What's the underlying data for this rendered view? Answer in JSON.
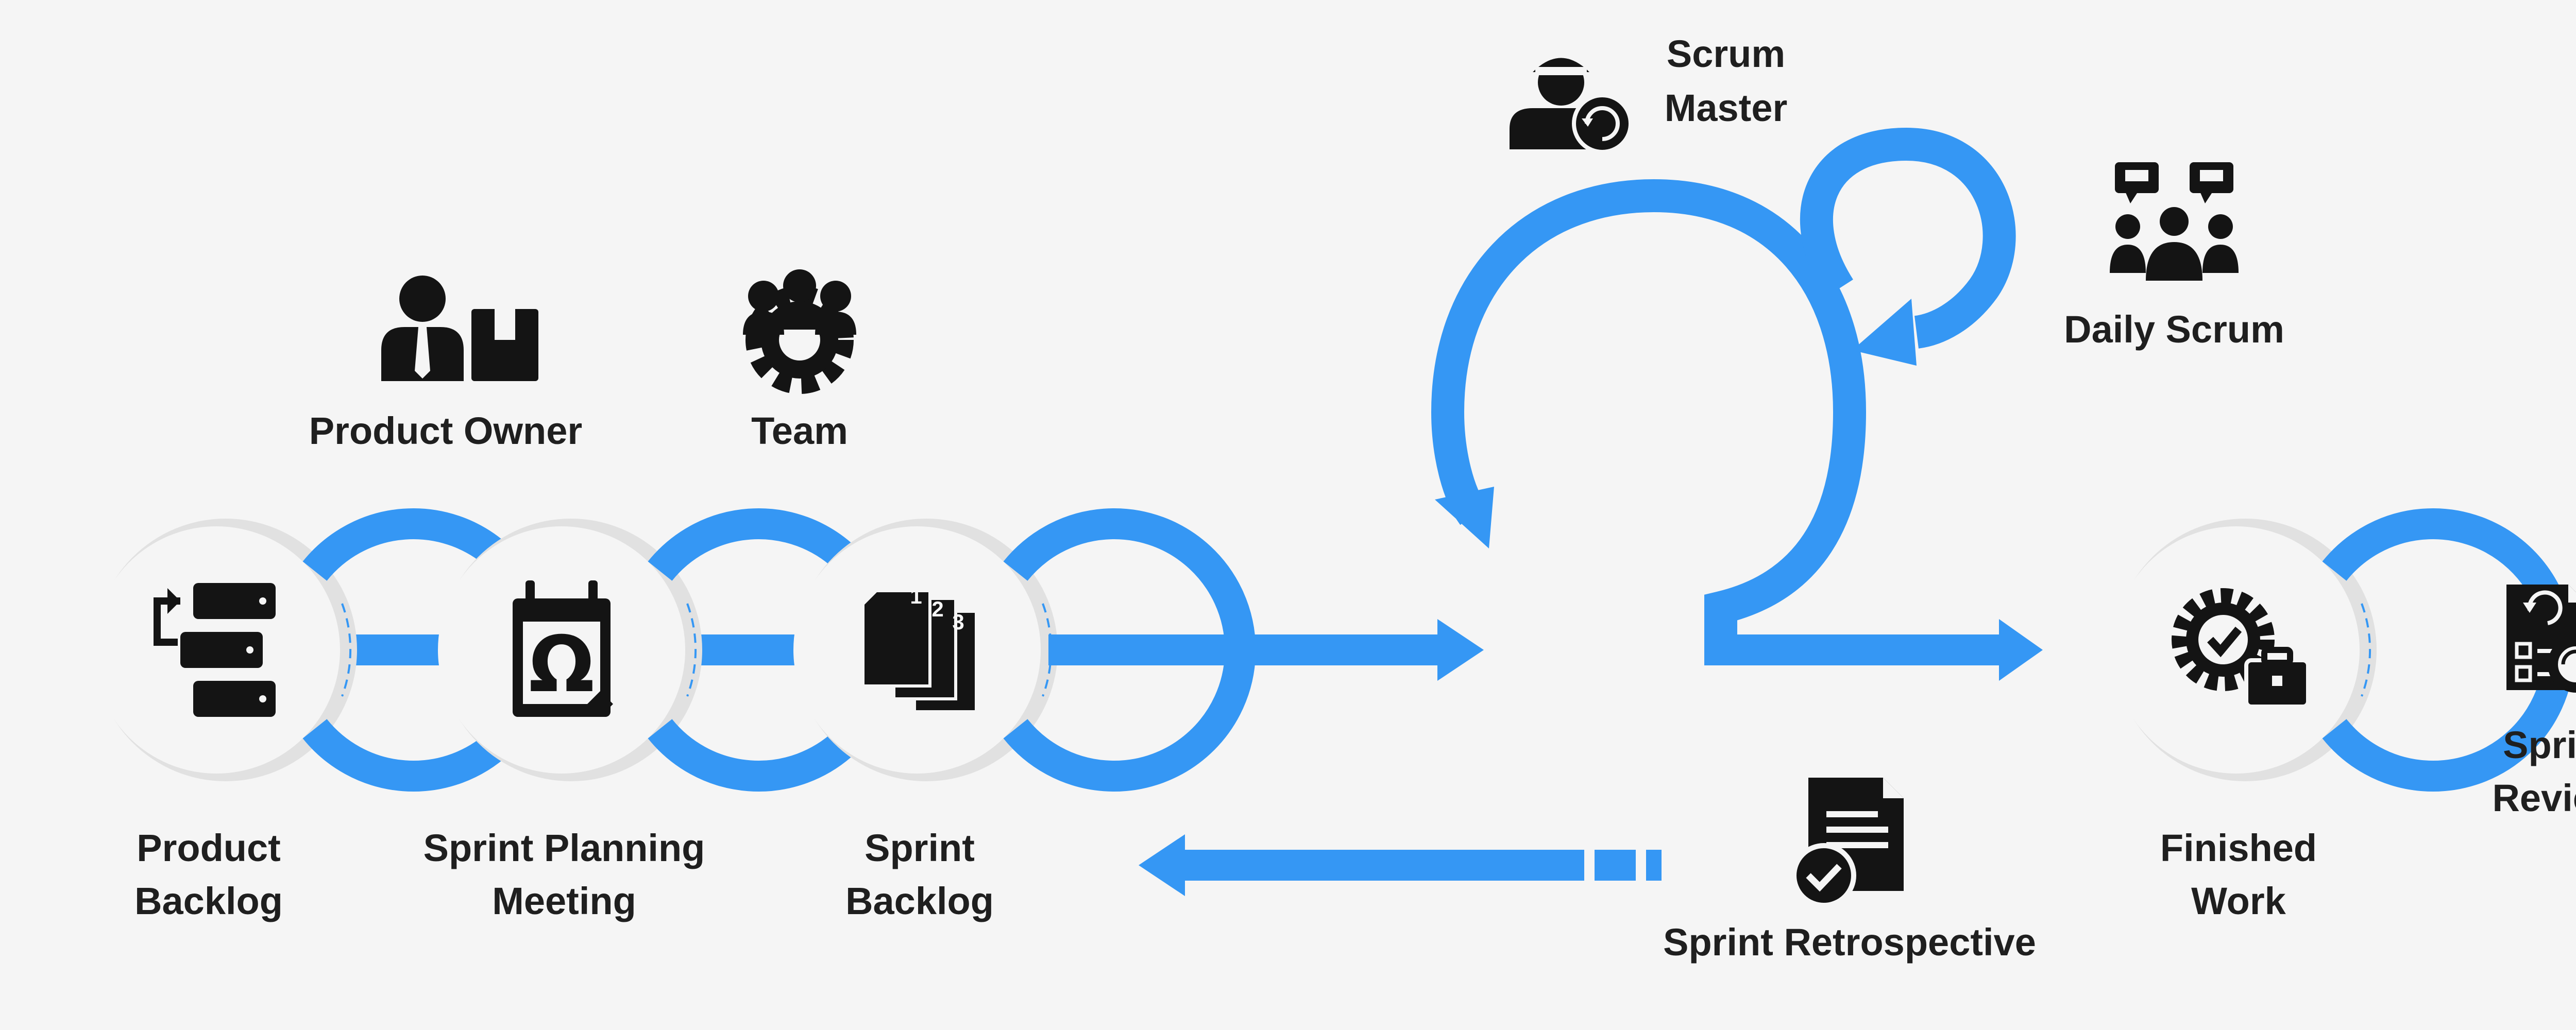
{
  "colors": {
    "accent": "#3597f4",
    "icon": "#141414",
    "background": "#f5f5f5",
    "ring_shadow": "#e1e1e1",
    "white": "#ffffff"
  },
  "roles": {
    "product_owner": {
      "label": "Product Owner",
      "icon": "product-owner-icon"
    },
    "team": {
      "label": "Team",
      "icon": "team-gear-icon"
    },
    "scrum_master": {
      "label_line1": "Scrum",
      "label_line2": "Master",
      "icon": "scrum-master-icon"
    },
    "daily_scrum": {
      "label": "Daily Scrum",
      "icon": "daily-scrum-icon"
    },
    "sprint_review": {
      "label_line1": "Sprint",
      "label_line2": "Review",
      "icon": "sprint-review-icon"
    },
    "sprint_retrospective": {
      "label": "Sprint Retrospective",
      "icon": "sprint-retrospective-icon"
    }
  },
  "stages": {
    "product_backlog": {
      "label_line1": "Product",
      "label_line2": "Backlog",
      "icon": "product-backlog-icon"
    },
    "sprint_planning": {
      "label_line1": "Sprint Planning",
      "label_line2": "Meeting",
      "icon": "sprint-planning-calendar-icon"
    },
    "sprint_backlog": {
      "label_line1": "Sprint",
      "label_line2": "Backlog",
      "icon": "sprint-backlog-pages-icon"
    },
    "finished_work": {
      "label_line1": "Finished",
      "label_line2": "Work",
      "icon": "finished-work-icon"
    }
  },
  "sprint_backlog_page_numbers": [
    "1",
    "2",
    "3"
  ]
}
